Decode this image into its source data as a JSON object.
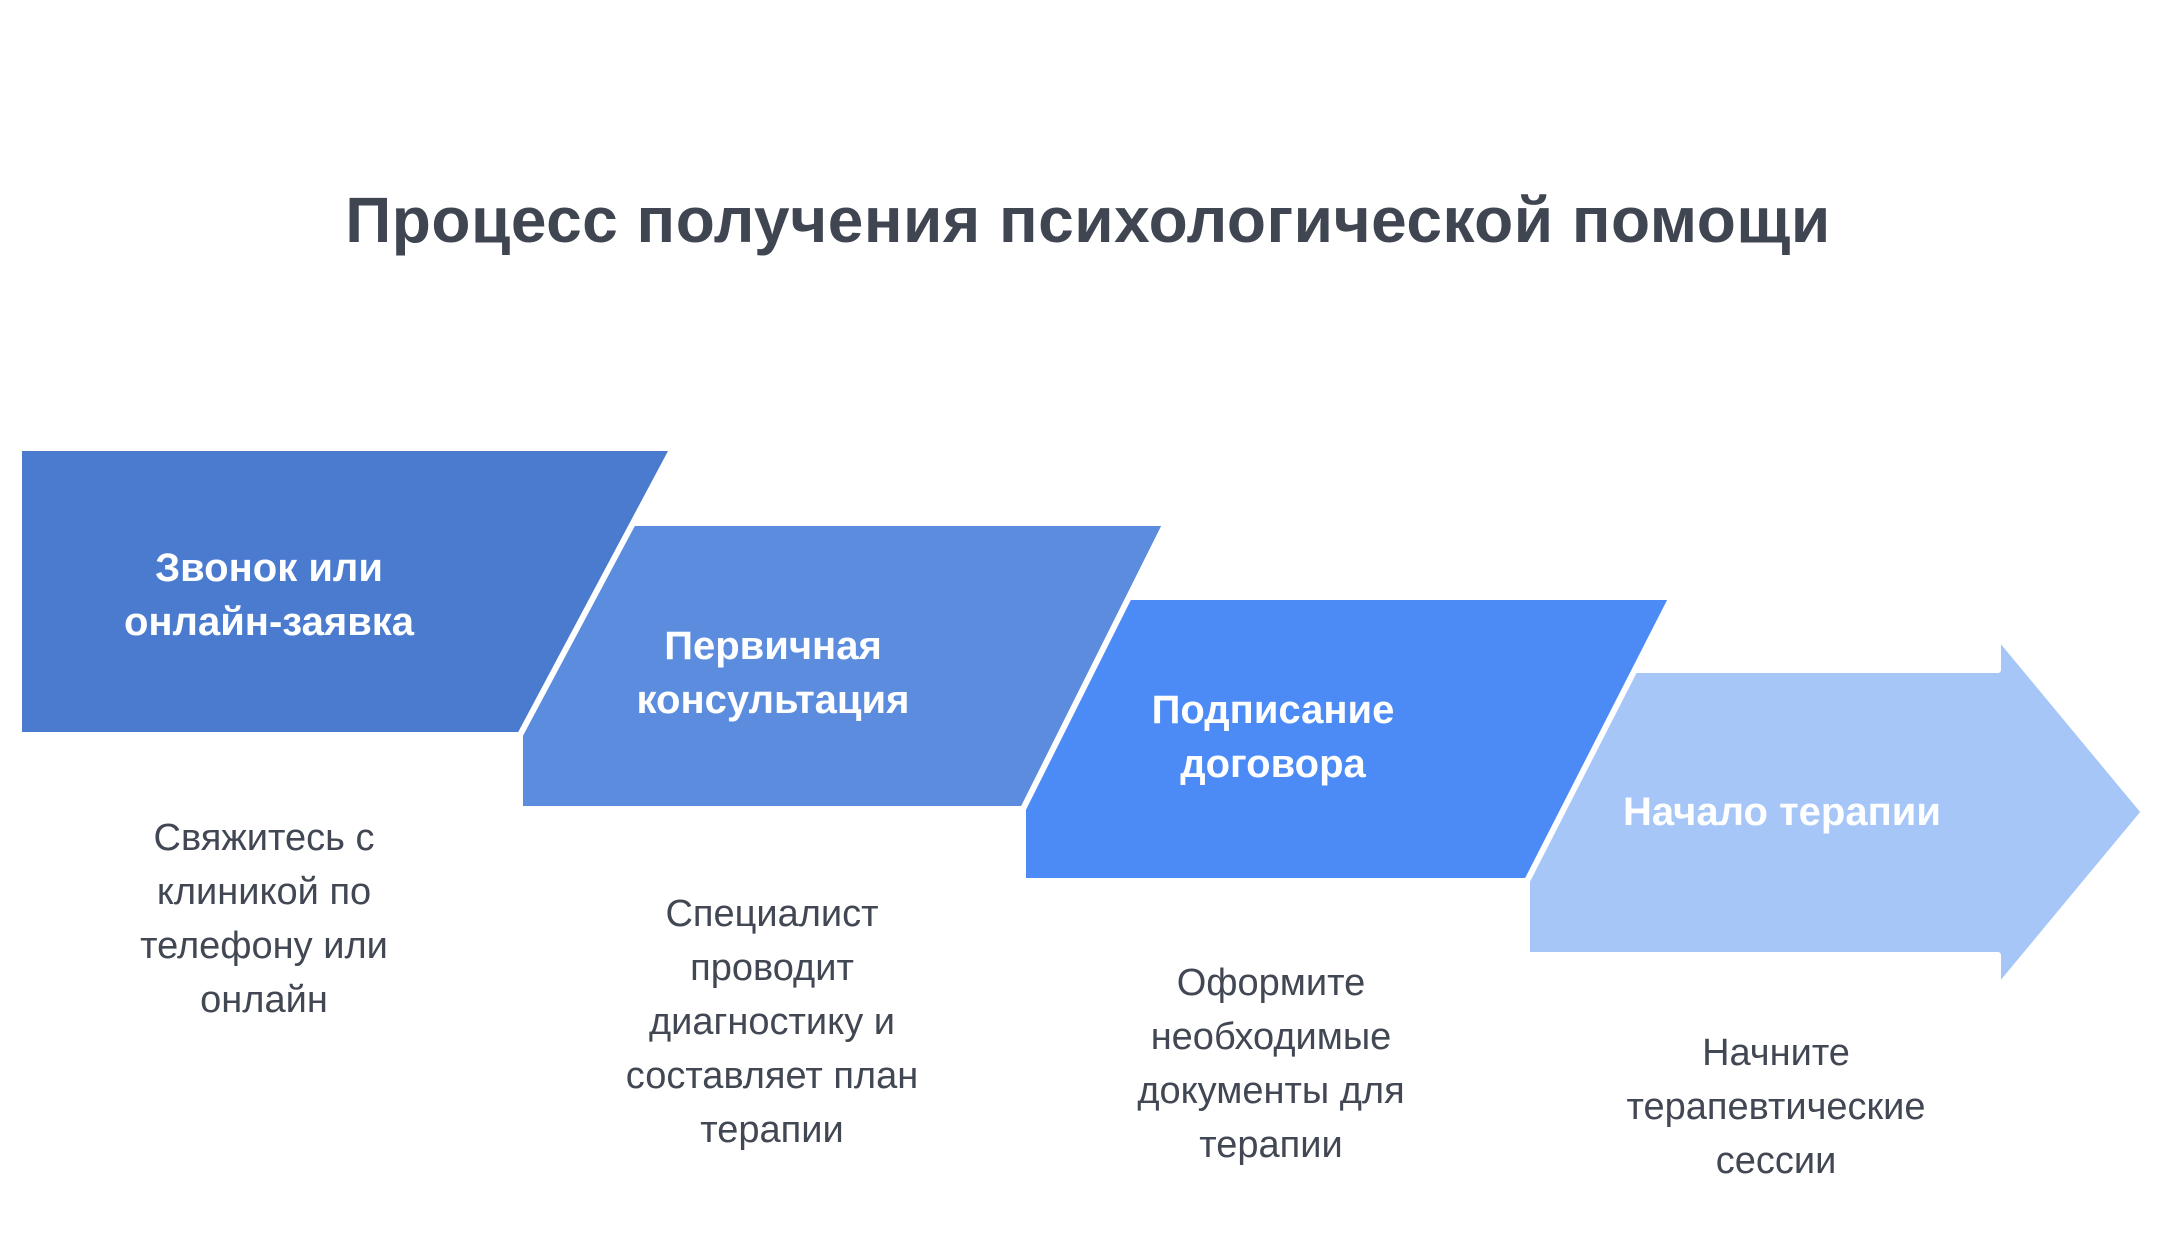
{
  "title": "Процесс получения психологической помощи",
  "steps": [
    {
      "label": "Звонок или\nонлайн-заявка",
      "description": "Свяжитесь с\nклиникой по\nтелефону или\nонлайн",
      "color": "#4B7BCE"
    },
    {
      "label": "Первичная\nконсультация",
      "description": "Специалист\nпроводит\nдиагностику и\nсоставляет план\nтерапии",
      "color": "#5C8CDE"
    },
    {
      "label": "Подписание\nдоговора",
      "description": "Оформите\nнеобходимые\nдокументы для\nтерапии",
      "color": "#4C8BF5"
    },
    {
      "label": "Начало терапии",
      "description": "Начните\nтерапевтические\nсессии",
      "color": "#A6C6F8"
    }
  ],
  "colors": {
    "background": "#FFFFFF",
    "title_text": "#3F4551",
    "description_text": "#414753",
    "label_text": "#FFFFFF",
    "separator_stroke": "#FFFFFF"
  }
}
